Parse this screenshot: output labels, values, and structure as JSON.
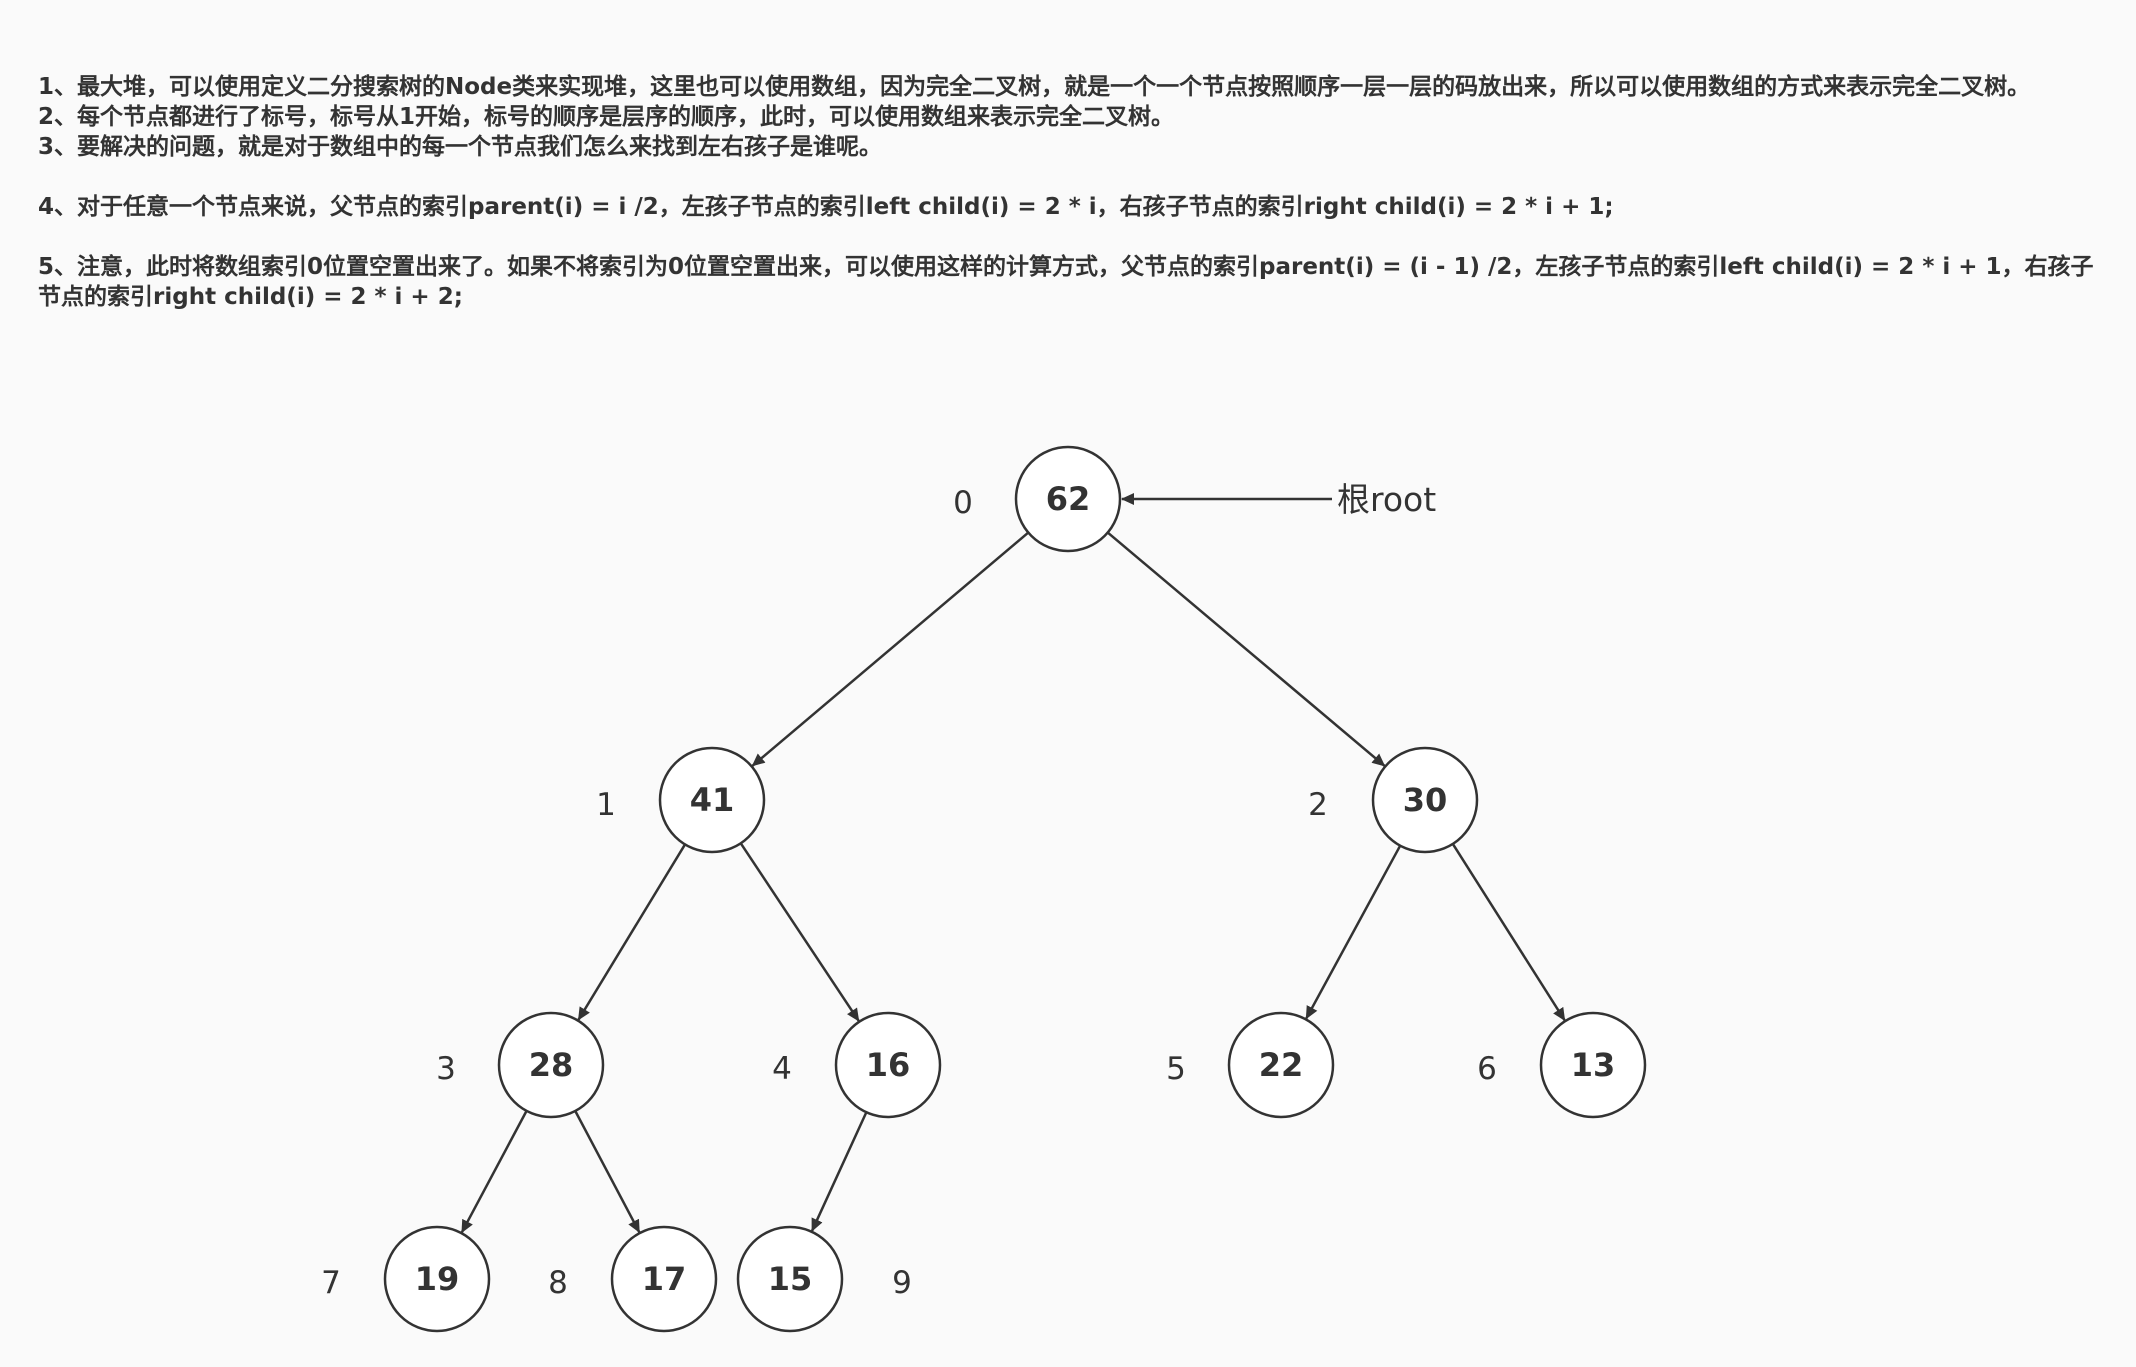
{
  "notes": {
    "line1": "1、最大堆，可以使用定义二分搜索树的Node类来实现堆，这里也可以使用数组，因为完全二叉树，就是一个一个节点按照顺序一层一层的码放出来，所以可以使用数组的方式来表示完全二叉树。",
    "line2": "2、每个节点都进行了标号，标号从1开始，标号的顺序是层序的顺序，此时，可以使用数组来表示完全二叉树。",
    "line3": "3、要解决的问题，就是对于数组中的每一个节点我们怎么来找到左右孩子是谁呢。",
    "line4": "4、对于任意一个节点来说，父节点的索引parent(i) = i /2，左孩子节点的索引left child(i) = 2 * i，右孩子节点的索引right child(i) = 2 * i + 1;",
    "line5": "5、注意，此时将数组索引0位置空置出来了。如果不将索引为0位置空置出来，可以使用这样的计算方式，父节点的索引parent(i) = (i - 1) /2，左孩子节点的索引left child(i) = 2 * i + 1，右孩子节点的索引right child(i) = 2 * i + 2;"
  },
  "root_label": "根root",
  "nodes": [
    {
      "index": "0",
      "value": "62"
    },
    {
      "index": "1",
      "value": "41"
    },
    {
      "index": "2",
      "value": "30"
    },
    {
      "index": "3",
      "value": "28"
    },
    {
      "index": "4",
      "value": "16"
    },
    {
      "index": "5",
      "value": "22"
    },
    {
      "index": "6",
      "value": "13"
    },
    {
      "index": "7",
      "value": "19"
    },
    {
      "index": "8",
      "value": "17"
    },
    {
      "index": "9",
      "value": "15"
    }
  ],
  "edges": [
    [
      0,
      1
    ],
    [
      0,
      2
    ],
    [
      1,
      3
    ],
    [
      1,
      4
    ],
    [
      2,
      5
    ],
    [
      2,
      6
    ],
    [
      3,
      7
    ],
    [
      3,
      8
    ],
    [
      4,
      9
    ]
  ]
}
